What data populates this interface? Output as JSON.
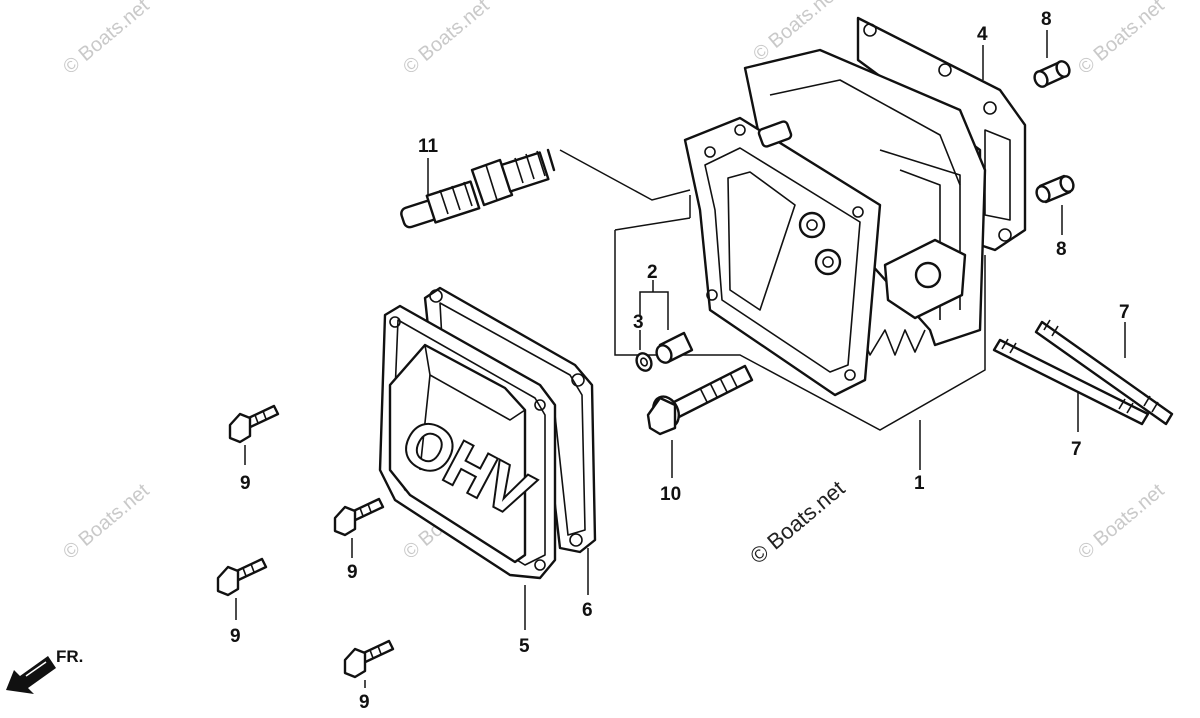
{
  "watermark": "© Boats.net",
  "direction_label": "FR.",
  "cover_lettering": "OHV",
  "callouts": {
    "c1": "1",
    "c2": "2",
    "c3": "3",
    "c4": "4",
    "c5": "5",
    "c6": "6",
    "c7a": "7",
    "c7b": "7",
    "c8a": "8",
    "c8b": "8",
    "c9a": "9",
    "c9b": "9",
    "c9c": "9",
    "c9d": "9",
    "c10": "10",
    "c11": "11"
  },
  "icons": {
    "direction": "arrow-left-down-icon"
  }
}
